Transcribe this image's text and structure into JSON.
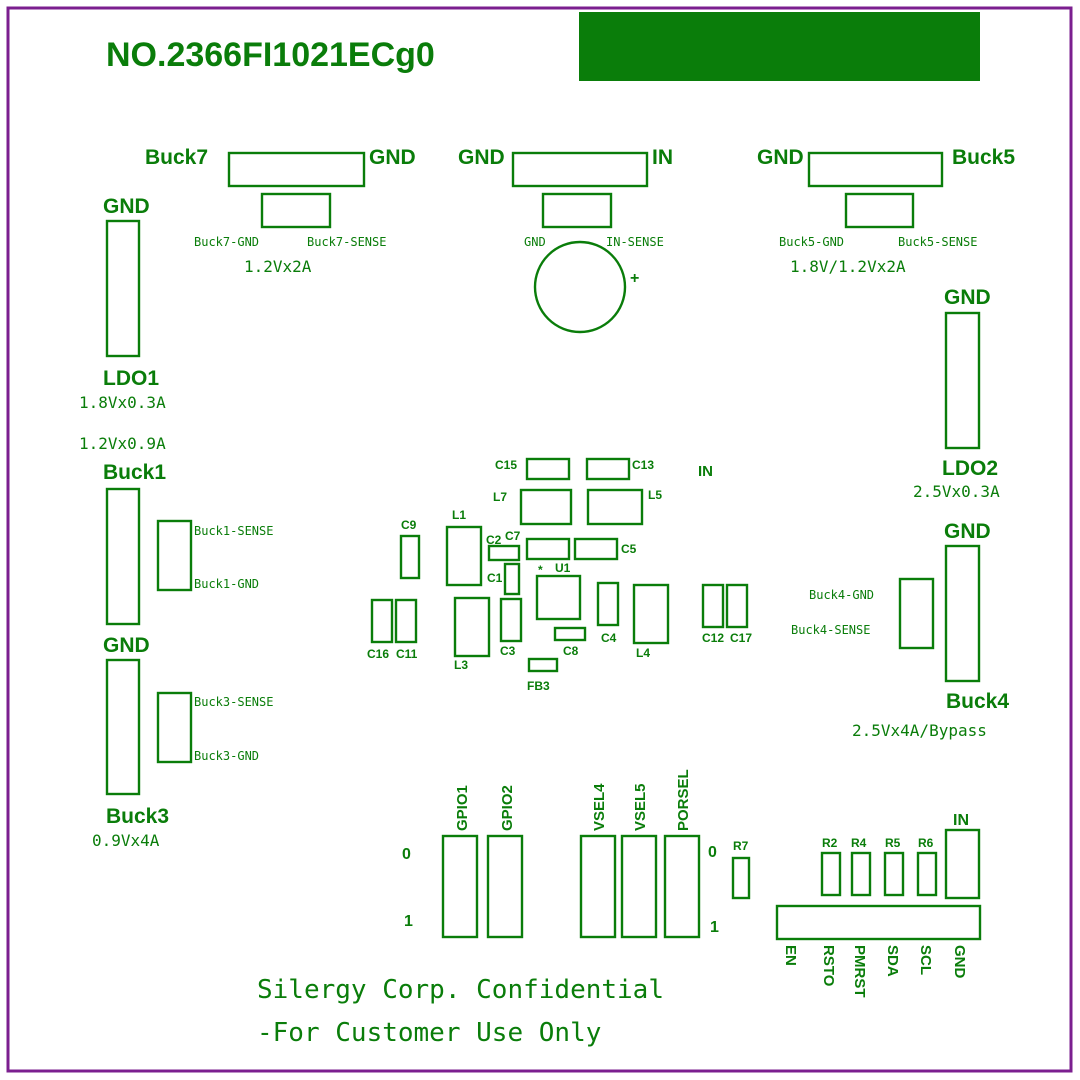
{
  "board": {
    "part_number": "NO.2366FI1021ECg0",
    "colors": {
      "silkscreen": "#0a7d0a",
      "outline": "#7b1f8f",
      "background": "#ffffff"
    },
    "connectors": {
      "buck7": {
        "left": "Buck7",
        "right": "GND",
        "sense_gnd": "Buck7-GND",
        "sense": "Buck7-SENSE",
        "rating": "1.2Vx2A"
      },
      "input": {
        "left": "GND",
        "right": "IN",
        "sense_gnd": "GND",
        "sense": "IN-SENSE",
        "cap_polarity": "+"
      },
      "buck5": {
        "left": "GND",
        "right": "Buck5",
        "sense_gnd": "Buck5-GND",
        "sense": "Buck5-SENSE",
        "rating": "1.8V/1.2Vx2A"
      },
      "ldo1": {
        "gnd": "GND",
        "name": "LDO1",
        "rating": "1.8Vx0.3A"
      },
      "buck1": {
        "rating": "1.2Vx0.9A",
        "name": "Buck1",
        "sense": "Buck1-SENSE",
        "sense_gnd": "Buck1-GND"
      },
      "buck3": {
        "gnd": "GND",
        "sense": "Buck3-SENSE",
        "sense_gnd": "Buck3-GND",
        "name": "Buck3",
        "rating": "0.9Vx4A"
      },
      "ldo2": {
        "gnd": "GND",
        "name": "LDO2",
        "rating": "2.5Vx0.3A"
      },
      "buck4": {
        "gnd": "GND",
        "sense_gnd": "Buck4-GND",
        "sense": "Buck4-SENSE",
        "name": "Buck4",
        "rating": "2.5Vx4A/Bypass"
      }
    },
    "components": {
      "c15": "C15",
      "c13": "C13",
      "in_label": "IN",
      "l7": "L7",
      "l5": "L5",
      "c9": "C9",
      "l1": "L1",
      "c2": "C2",
      "c7": "C7",
      "c5": "C5",
      "c1": "C1",
      "pin1_mark": "*",
      "u1": "U1",
      "c16": "C16",
      "c11": "C11",
      "l3": "L3",
      "c3": "C3",
      "c8": "C8",
      "c4": "C4",
      "l4": "L4",
      "c12": "C12",
      "c17": "C17",
      "fb3": "FB3",
      "r7": "R7",
      "r2": "R2",
      "r4": "R4",
      "r5": "R5",
      "r6": "R6"
    },
    "jumpers": {
      "gpio1": "GPIO1",
      "gpio2": "GPIO2",
      "vsel4": "VSEL4",
      "vsel5": "VSEL5",
      "porsel": "PORSEL",
      "left_zero": "0",
      "left_one": "1",
      "right_zero": "0",
      "right_one": "1"
    },
    "i2c_header": {
      "in": "IN",
      "pins": [
        "EN",
        "RSTO",
        "PMRST",
        "SDA",
        "SCL",
        "GND"
      ]
    },
    "footer": {
      "line1": "Silergy Corp. Confidential",
      "line2": "-For Customer Use Only"
    }
  }
}
